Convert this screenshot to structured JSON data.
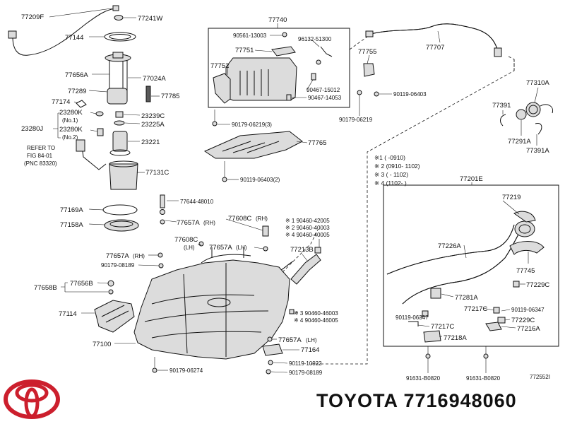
{
  "brand": {
    "logo_icon": "toyota-logo-icon",
    "logo_color": "#cc1f2d",
    "caption": "TOYOTA 7716948060"
  },
  "figure_code": "772552I",
  "notes": [
    "※1 (    -0910)",
    "※ 2 (0910- 1102)",
    "※ 3 (    - 1102)",
    "※ 4 (1102-    )"
  ],
  "labels": {
    "l77209F": "77209F",
    "l77241W": "77241W",
    "l77144": "77144",
    "l77656A": "77656A",
    "l77024A": "77024A",
    "l77289": "77289",
    "l77785": "77785",
    "l77174": "77174",
    "l23280K1": "23280K",
    "l23280K1note": "(No.1)",
    "l23280J": "23280J",
    "l23280K2": "23280K",
    "l23280K2note": "(No.2)",
    "l23239C": "23239C",
    "l23225A": "23225A",
    "l23221": "23221",
    "lrefer1": "REFER TO",
    "lrefer2": "FIG 84-01",
    "lrefer3": "(PNC 83320)",
    "l77131C": "77131C",
    "l77740": "77740",
    "l90561": "90561-13003",
    "l96132": "96132-51300",
    "l77751": "77751",
    "l77752": "77752",
    "l90467a": "90467-15012",
    "l90467b": "90467-14053",
    "l90179a": "90179-06219(3)",
    "l77765": "77765",
    "l90119a": "90119-06403(2)",
    "l77755": "77755",
    "l77707": "77707",
    "l90119b": "90119-06403",
    "l90179b": "90179-06219",
    "l77310A": "77310A",
    "l77391": "77391",
    "l77291A": "77291A",
    "l77391A": "77391A",
    "l77201E": "77201E",
    "l77219": "77219",
    "l77226A": "77226A",
    "l77745": "77745",
    "l77229C1": "77229C",
    "l77281A": "77281A",
    "l90119c": "90119-06347",
    "l77217C1": "77217C",
    "l90119d": "90119-06347",
    "l77217C2": "77217C",
    "l77229C2": "77229C",
    "l77216A": "77216A",
    "l77218A": "77218A",
    "l91631a": "91631-B0820",
    "l91631b": "91631-B0820",
    "l77644": "77644-48010",
    "l77169A": "77169A",
    "l77657A1": "77657A",
    "l77657A1note": "(RH)",
    "l77608C1": "77608C",
    "l77608C1note": "(RH)",
    "l77158A": "77158A",
    "l77608C2": "77608C",
    "l77608C2note": "(LH)",
    "l77657A2": "77657A",
    "l77657A2note": "(LH)",
    "l90460a": "※ 1 90460-42005",
    "l90460b": "※ 2 90460-40003",
    "l90460c": "※ 4 90460-40005",
    "l77657A3": "77657A",
    "l77657A3note": "(RH)",
    "l90179c": "90179-08189",
    "l77213B": "77213B",
    "l77656B": "77656B",
    "l77658B": "77658B",
    "l77114": "77114",
    "l90460d": "※ 3 90460-46003",
    "l90460e": "※ 4 90460-46005",
    "l77100": "77100",
    "l77657A4": "77657A",
    "l77657A4note": "(LH)",
    "l77164": "77164",
    "l90119e": "90119-10922",
    "l90179d": "90179-06274",
    "l90179e": "90179-08189"
  }
}
